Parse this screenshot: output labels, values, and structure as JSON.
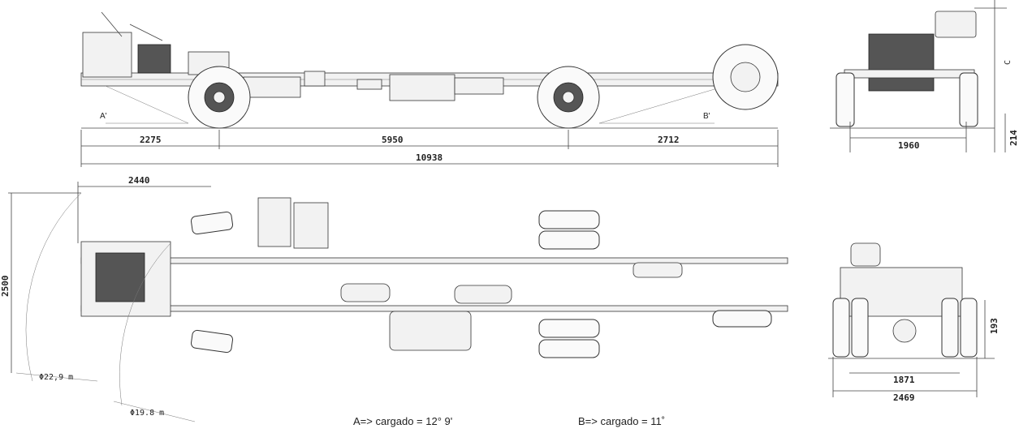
{
  "side_view": {
    "front_overhang": "2275",
    "wheelbase": "5950",
    "rear_overhang": "2712",
    "overall_length": "10938",
    "angle_a_label": "A'",
    "angle_b_label": "B'"
  },
  "top_view": {
    "overall_width": "2500",
    "front_width": "2440",
    "turning_circle_outer": "Φ22,9 m",
    "turning_circle_inner": "Φ19.8 m"
  },
  "front_view": {
    "track_width": "1960",
    "ground_clearance": "214",
    "height_label": "C"
  },
  "rear_view": {
    "track_width_inner": "1871",
    "track_width_outer": "2469",
    "ground_clearance": "193"
  },
  "notes": {
    "angle_a": "A=> cargado = 12° 9'",
    "angle_b": "B=> cargado = 11˚"
  }
}
